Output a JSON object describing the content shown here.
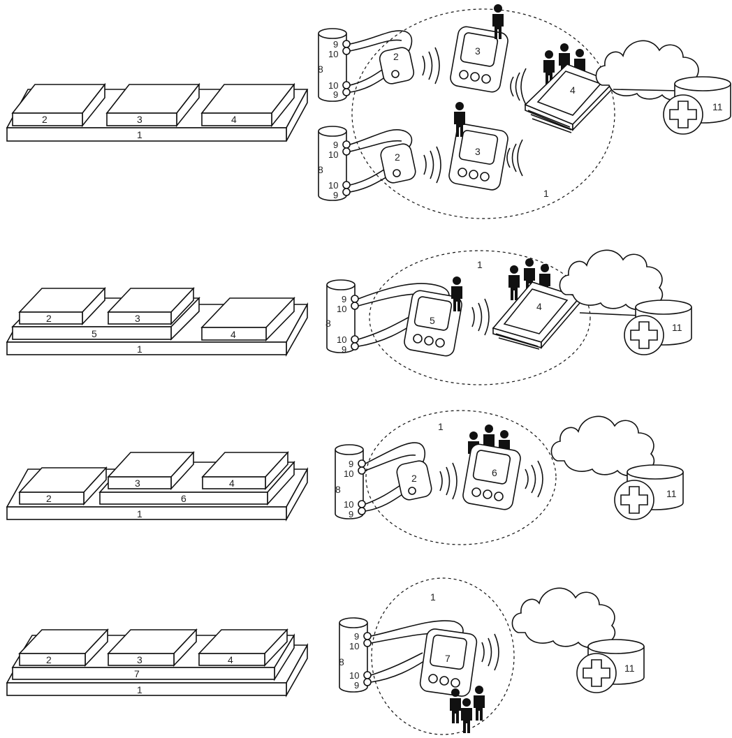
{
  "stacks": [
    {
      "base": "1",
      "mid": "",
      "boxes": [
        "2",
        "3",
        "4"
      ]
    },
    {
      "base": "1",
      "mid": "5",
      "boxes": [
        "2",
        "3",
        "4"
      ]
    },
    {
      "base": "1",
      "mid": "6",
      "boxes": [
        "2",
        "3",
        "4"
      ]
    },
    {
      "base": "1",
      "mid": "7",
      "boxes": [
        "2",
        "3",
        "4"
      ]
    }
  ],
  "networks": [
    {
      "zone": "1",
      "cylinder": "8",
      "ports": [
        "9",
        "10",
        "10",
        "9"
      ],
      "sensor": "2",
      "hub": "3",
      "gateway": "4",
      "server": "11"
    },
    {
      "zone": "1",
      "cylinder": "8",
      "ports": [
        "9",
        "10",
        "10",
        "9"
      ],
      "sensor": "2",
      "hub": "3"
    },
    {
      "zone": "1",
      "cylinder": "8",
      "ports": [
        "9",
        "10",
        "10",
        "9"
      ],
      "hub": "5",
      "gateway": "4",
      "server": "11"
    },
    {
      "zone": "1",
      "cylinder": "8",
      "ports": [
        "9",
        "10",
        "10",
        "9"
      ],
      "sensor": "2",
      "hub": "6",
      "server": "11"
    },
    {
      "zone": "1",
      "cylinder": "8",
      "ports": [
        "9",
        "10",
        "10",
        "9"
      ],
      "hub": "7",
      "server": "11"
    }
  ],
  "icons": {
    "person": "person-icon",
    "cloud": "cloud-icon",
    "cross": "medical-cross-icon",
    "waves": "wireless-signal-icon"
  }
}
